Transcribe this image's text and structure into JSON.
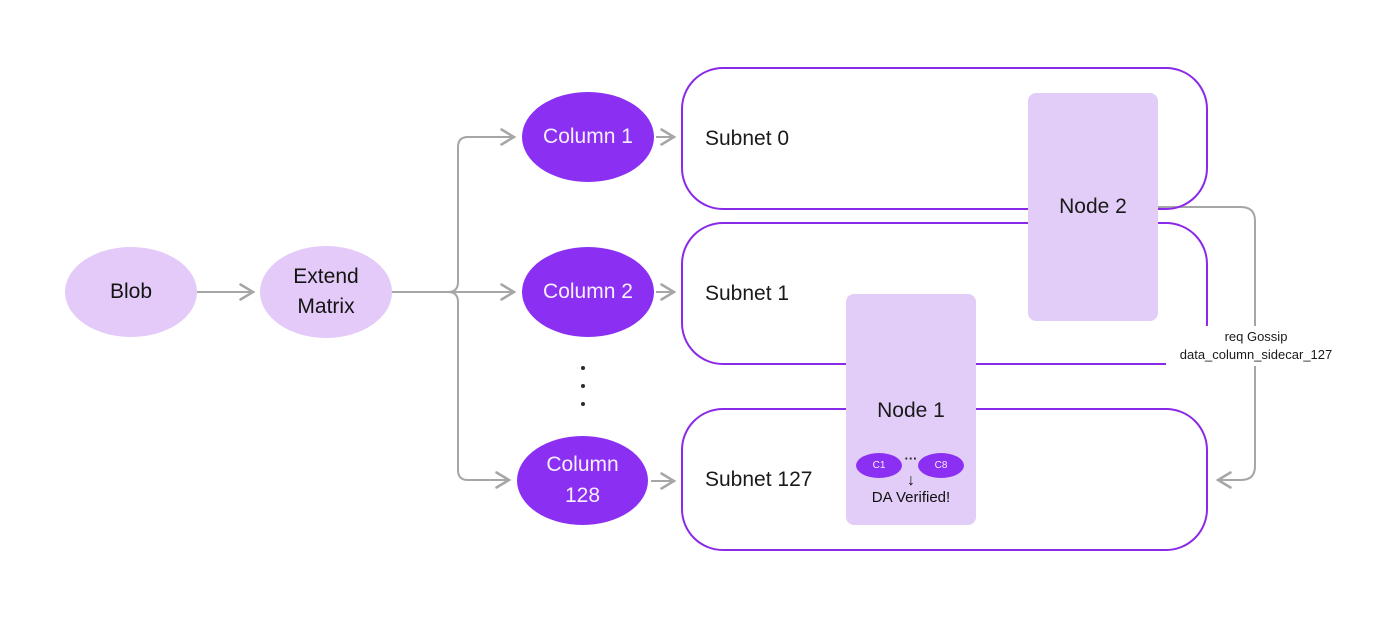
{
  "diagram": {
    "blob": {
      "label": "Blob"
    },
    "extend_matrix": {
      "label": "Extend Matrix"
    },
    "columns": [
      {
        "label": "Column 1"
      },
      {
        "label": "Column 2"
      },
      {
        "label": "Column 128"
      }
    ],
    "subnets": [
      {
        "label": "Subnet 0"
      },
      {
        "label": "Subnet 1"
      },
      {
        "label": "Subnet 127"
      }
    ],
    "node2": {
      "label": "Node 2"
    },
    "node1": {
      "label": "Node 1",
      "cell_first": "C1",
      "cell_last": "C8",
      "cells_ellipsis": "···",
      "down_arrow": "↓",
      "status": "DA Verified!"
    },
    "gossip": {
      "line1": "req Gossip",
      "line2": "data_column_sidecar_127"
    },
    "colors": {
      "column_fill": "#8B30F2",
      "light_ellipse_fill": "#E4CAF8",
      "node_rect_fill": "#E2CDF9",
      "subnet_border": "#8A2AE8",
      "connector_gray": "#A6A6A6",
      "text_dark": "#1A1A1A",
      "text_on_purple": "#F7EEFE"
    }
  }
}
